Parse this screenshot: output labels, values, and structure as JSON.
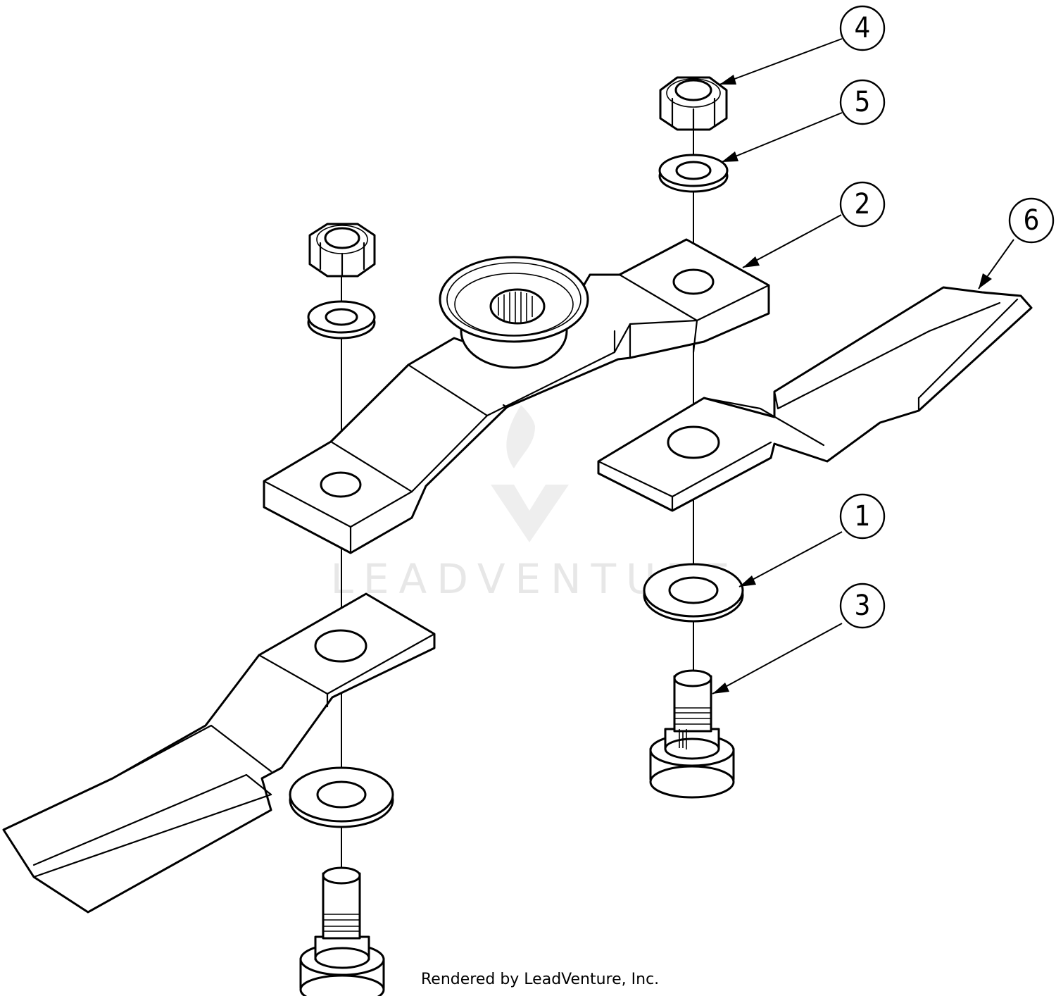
{
  "diagram": {
    "callouts": [
      {
        "id": "callout-4",
        "label": "4"
      },
      {
        "id": "callout-5",
        "label": "5"
      },
      {
        "id": "callout-2",
        "label": "2"
      },
      {
        "id": "callout-6",
        "label": "6"
      },
      {
        "id": "callout-1",
        "label": "1"
      },
      {
        "id": "callout-3",
        "label": "3"
      }
    ],
    "watermark": "LEADVENTURE",
    "credit": "Rendered by LeadVenture, Inc."
  }
}
